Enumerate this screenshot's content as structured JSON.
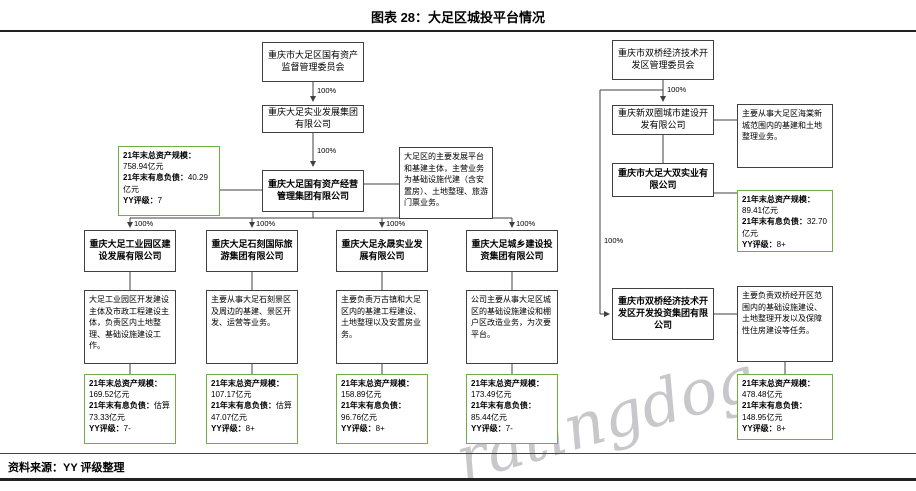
{
  "title": "图表 28：大足区城投平台情况",
  "source": "资料来源：YY 评级整理",
  "watermark": "ratingdog",
  "pct": "100%",
  "colors": {
    "stats_border": "#70ad47",
    "rule": "#222222"
  },
  "left": {
    "sasac": "重庆市大足区国有资产监督管理委员会",
    "shiye": "重庆大足实业发展集团有限公司",
    "core": "重庆大足国有资产经营管理集团有限公司",
    "core_note": "大足区的主要发展平台和基建主体，主营业务为基础设施代建（含安置房）、土地整理、旅游门票业务。",
    "core_stats": {
      "assets_label": "21年末总资产规模：",
      "assets": "758.94亿元",
      "debt_label": "21年末有息负债：",
      "debt": "40.29亿元",
      "rating_label": "YY评级：",
      "rating": "7"
    }
  },
  "children": [
    {
      "name": "重庆大足工业园区建设发展有限公司",
      "desc": "大足工业园区开发建设主体及市政工程建设主体，负责区内土地整理、基础设施建设工作。",
      "stats": {
        "assets_label": "21年末总资产规模：",
        "assets": "169.52亿元",
        "debt_label": "21年末有息负债：",
        "debt": "估算73.33亿元",
        "rating_label": "YY评级：",
        "rating": "7-"
      }
    },
    {
      "name": "重庆大足石刻国际旅游集团有限公司",
      "desc": "主要从事大足石刻景区及周边的基建、景区开发、运营等业务。",
      "stats": {
        "assets_label": "21年末总资产规模：",
        "assets": "107.17亿元",
        "debt_label": "21年末有息负债：",
        "debt": "估算47.07亿元",
        "rating_label": "YY评级：",
        "rating": "8+"
      }
    },
    {
      "name": "重庆大足永晟实业发展有限公司",
      "desc": "主要负责万古镇和大足区内的基建工程建设、土地整理以及安置房业务。",
      "stats": {
        "assets_label": "21年末总资产规模：",
        "assets": "158.89亿元",
        "debt_label": "21年末有息负债：",
        "debt": "96.76亿元",
        "rating_label": "YY评级：",
        "rating": "8+"
      }
    },
    {
      "name": "重庆大足城乡建设投资集团有限公司",
      "desc": "公司主要从事大足区城区的基础设施建设和棚户区改造业务，为次要平台。",
      "stats": {
        "assets_label": "21年末总资产规模：",
        "assets": "173.49亿元",
        "debt_label": "21年末有息负债：",
        "debt": "85.44亿元",
        "rating_label": "YY评级：",
        "rating": "7-"
      }
    }
  ],
  "right": {
    "mgmt": "重庆市双桥经济技术开发区管理委员会",
    "urban": "重庆新双圈城市建设开发有限公司",
    "dashuang": "重庆市大足大双实业有限公司",
    "dashuang_note": "主要从事大足区海棠新城范围内的基建和土地整理业务。",
    "dashuang_stats": {
      "assets_label": "21年末总资产规模：",
      "assets": "89.41亿元",
      "debt_label": "21年末有息负债：",
      "debt": "32.70亿元",
      "rating_label": "YY评级：",
      "rating": "8+"
    },
    "invest": "重庆市双桥经济技术开发区开发投资集团有限公司",
    "invest_note": "主要负责双桥经开区范围内的基础设施建设、土地整理开发以及保障性住房建设等任务。",
    "invest_stats": {
      "assets_label": "21年末总资产规模：",
      "assets": "478.48亿元",
      "debt_label": "21年末有息负债：",
      "debt": "148.95亿元",
      "rating_label": "YY评级：",
      "rating": "8+"
    }
  }
}
